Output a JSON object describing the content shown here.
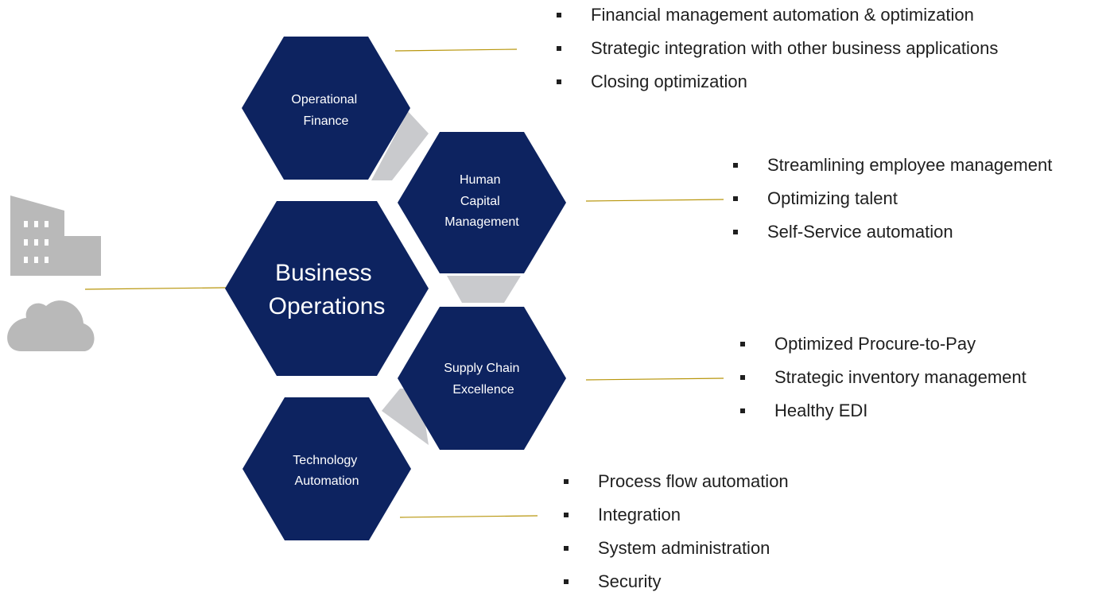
{
  "diagram": {
    "center": {
      "label_lines": [
        "Business",
        "Operations"
      ]
    },
    "hexagons": [
      {
        "id": "operational-finance",
        "label_lines": [
          "Operational",
          "Finance"
        ]
      },
      {
        "id": "human-capital-management",
        "label_lines": [
          "Human",
          "Capital",
          "Management"
        ]
      },
      {
        "id": "supply-chain-excellence",
        "label_lines": [
          "Supply Chain",
          "Excellence"
        ]
      },
      {
        "id": "technology-automation",
        "label_lines": [
          "Technology",
          "Automation"
        ]
      }
    ],
    "icons": [
      "building-icon",
      "cloud-icon"
    ],
    "colors": {
      "hex_fill": "#0d2360",
      "connector": "#c9cacd",
      "leader_line": "#b8960c",
      "icon_gray": "#b9b9b9"
    }
  },
  "lists": {
    "operational_finance": [
      "Financial management automation & optimization",
      "Strategic integration with other business applications",
      "Closing optimization"
    ],
    "human_capital": [
      "Streamlining employee management",
      "Optimizing talent",
      "Self-Service automation"
    ],
    "supply_chain": [
      "Optimized Procure-to-Pay",
      "Strategic inventory management",
      "Healthy EDI"
    ],
    "technology": [
      "Process flow automation",
      "Integration",
      "System administration",
      "Security"
    ]
  }
}
